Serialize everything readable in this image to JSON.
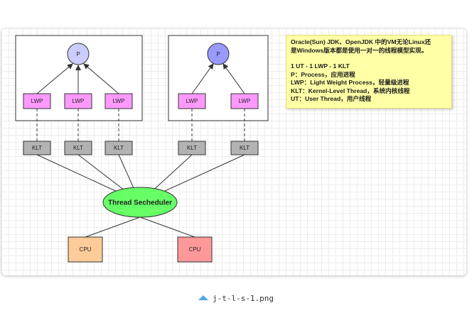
{
  "diagram": {
    "nodes": {
      "p1": "P",
      "p2": "P",
      "lwp1": "LWP",
      "lwp2": "LWP",
      "lwp3": "LWP",
      "lwp4": "LWP",
      "lwp5": "LWP",
      "klt1": "KLT",
      "klt2": "KLT",
      "klt3": "KLT",
      "klt4": "KLT",
      "klt5": "KLT",
      "scheduler": "Thread Secheduler",
      "cpu1": "CPU",
      "cpu2": "CPU"
    },
    "colors": {
      "p1_fill": "#ccccff",
      "p2_fill": "#9999ff",
      "lwp_fill": "#ff99ff",
      "klt_fill": "#b3b3b3",
      "scheduler_fill": "#66ff66",
      "cpu1_fill": "#ffcc99",
      "cpu2_fill": "#ff9999",
      "note_fill": "#ffffa6"
    }
  },
  "note": {
    "line1": "Oracle(Sun) JDK、OpenJDK 中的VM无论Linux还",
    "line2": "是Windows版本都是使用一对一的线程模型实现。",
    "line3": "1 UT - 1 LWP - 1 KLT",
    "line4": "P：Process，应用进程",
    "line5": "LWP：Light Weight Process，轻量级进程",
    "line6": "KLT：Kernel-Level Thread，系统内核线程",
    "line7": "UT：User Thread，用户线程"
  },
  "caption": "j-t-l-s-1.png"
}
